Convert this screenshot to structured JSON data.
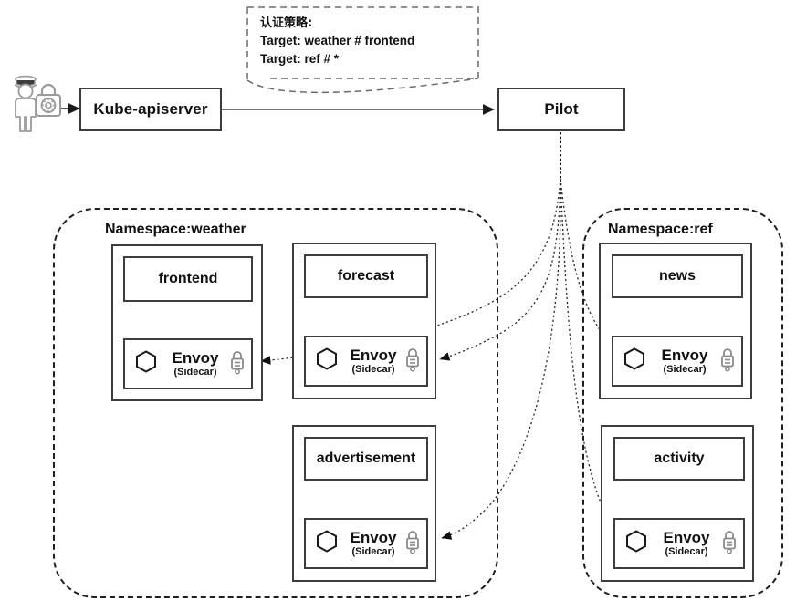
{
  "diagram": {
    "title": "Istio authentication policy propagation",
    "colors": {
      "stroke": "#3d3d3d",
      "dashed_region": "#1f1f1f",
      "icon_gray": "#8a8a8a",
      "background": "#ffffff",
      "text": "#111111"
    }
  },
  "actor": {
    "icon": "user-with-lock-icon",
    "label": ""
  },
  "nodes": {
    "apiserver": {
      "label": "Kube-apiserver"
    },
    "pilot": {
      "label": "Pilot"
    }
  },
  "callout": {
    "icon": "dashed-callout",
    "lines": [
      "认证策略:",
      "Target: weather # frontend",
      "Target: ref # *"
    ]
  },
  "namespaces": [
    {
      "id": "weather",
      "title": "Namespace:weather",
      "pods": [
        {
          "id": "frontend",
          "service": "frontend",
          "sidecar": {
            "name": "Envoy",
            "sub": "(Sidecar)",
            "hex_icon": "hexagon-icon",
            "lock_icon": "padlock-icon"
          }
        },
        {
          "id": "forecast",
          "service": "forecast",
          "sidecar": {
            "name": "Envoy",
            "sub": "(Sidecar)",
            "hex_icon": "hexagon-icon",
            "lock_icon": "padlock-icon"
          }
        },
        {
          "id": "advertisement",
          "service": "advertisement",
          "sidecar": {
            "name": "Envoy",
            "sub": "(Sidecar)",
            "hex_icon": "hexagon-icon",
            "lock_icon": "padlock-icon"
          }
        }
      ]
    },
    {
      "id": "ref",
      "title": "Namespace:ref",
      "pods": [
        {
          "id": "news",
          "service": "news",
          "sidecar": {
            "name": "Envoy",
            "sub": "(Sidecar)",
            "hex_icon": "hexagon-icon",
            "lock_icon": "padlock-icon"
          }
        },
        {
          "id": "activity",
          "service": "activity",
          "sidecar": {
            "name": "Envoy",
            "sub": "(Sidecar)",
            "hex_icon": "hexagon-icon",
            "lock_icon": "padlock-icon"
          }
        }
      ]
    }
  ],
  "edges": [
    {
      "id": "actor-to-apiserver",
      "style": "solid-arrow",
      "from": "actor",
      "to": "apiserver"
    },
    {
      "id": "apiserver-to-pilot",
      "style": "solid-arrow",
      "from": "apiserver",
      "to": "pilot"
    },
    {
      "id": "pilot-to-frontend-envoy",
      "style": "dotted-arrow",
      "from": "pilot",
      "to": "frontend-envoy"
    },
    {
      "id": "pilot-to-forecast-envoy",
      "style": "dotted-arrow",
      "from": "pilot",
      "to": "forecast-envoy"
    },
    {
      "id": "pilot-to-advertisement-envoy",
      "style": "dotted-arrow",
      "from": "pilot",
      "to": "advertisement-envoy"
    },
    {
      "id": "pilot-to-news-envoy",
      "style": "dotted-arrow",
      "from": "pilot",
      "to": "news-envoy"
    },
    {
      "id": "pilot-to-activity-envoy",
      "style": "dotted-arrow",
      "from": "pilot",
      "to": "activity-envoy"
    },
    {
      "id": "frontend-service-sidecar",
      "style": "double-arrow",
      "from": "frontend",
      "to": "frontend-envoy"
    },
    {
      "id": "forecast-service-sidecar",
      "style": "double-arrow",
      "from": "forecast",
      "to": "forecast-envoy"
    },
    {
      "id": "advertisement-service-sidecar",
      "style": "double-arrow",
      "from": "advertisement",
      "to": "advertisement-envoy"
    },
    {
      "id": "news-service-sidecar",
      "style": "double-arrow",
      "from": "news",
      "to": "news-envoy"
    },
    {
      "id": "activity-service-sidecar",
      "style": "double-arrow",
      "from": "activity",
      "to": "activity-envoy"
    }
  ]
}
